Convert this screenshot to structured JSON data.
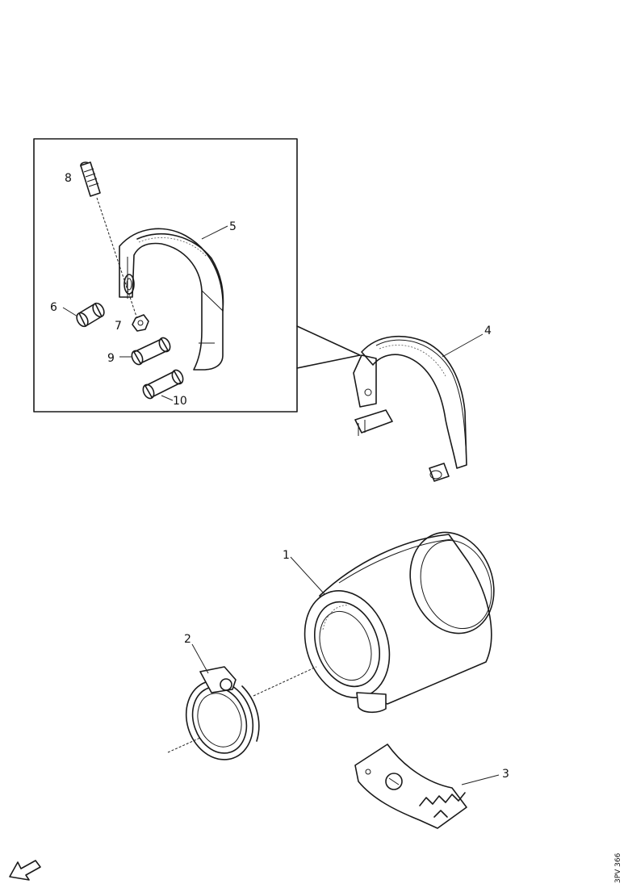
{
  "callouts": {
    "c1": "1",
    "c2": "2",
    "c3": "3",
    "c4": "4",
    "c5": "5",
    "c6": "6",
    "c7": "7",
    "c8": "8",
    "c9": "9",
    "c10": "10"
  },
  "reference_code": "3PV 366",
  "icons": {
    "direction_arrow": "front-direction-arrow-icon"
  }
}
